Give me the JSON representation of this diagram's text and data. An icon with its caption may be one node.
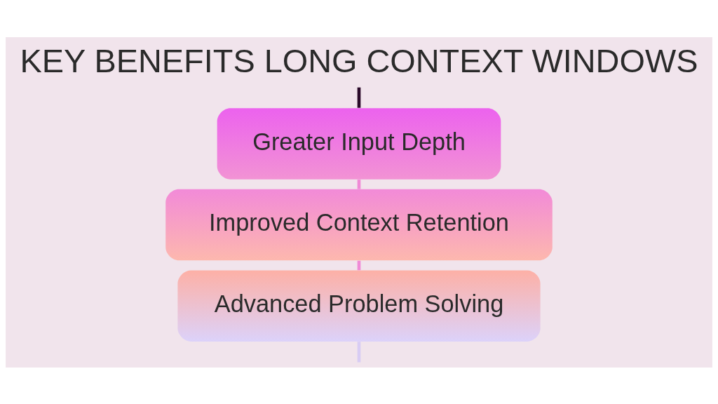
{
  "diagram": {
    "title": "KEY BENEFITS LONG CONTEXT WINDOWS",
    "nodes": [
      {
        "text": [
          "Greater Input Depth"
        ]
      },
      {
        "text": [
          "Improved Context Retention"
        ]
      },
      {
        "text": [
          "Advanced Problem Solving"
        ]
      }
    ],
    "edges": [
      {
        "from": null,
        "to": 0,
        "arrow": "none",
        "color": "#2a0a2a"
      },
      {
        "from": 0,
        "to": 1,
        "arrow": "none"
      },
      {
        "from": 1,
        "to": 2,
        "arrow": "none"
      },
      {
        "from": 2,
        "to": null,
        "arrow": "none",
        "color": "#d8ccf4"
      }
    ]
  }
}
